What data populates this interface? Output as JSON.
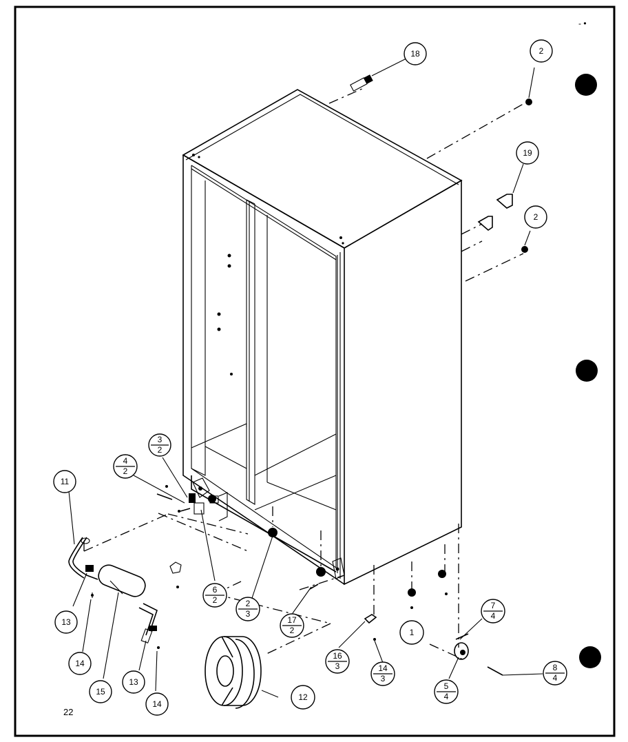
{
  "page": {
    "number": "22"
  },
  "callouts": [
    {
      "id": "c18",
      "top": "18"
    },
    {
      "id": "c2a",
      "top": "2"
    },
    {
      "id": "c19",
      "top": "19"
    },
    {
      "id": "c2b",
      "top": "2"
    },
    {
      "id": "c3-2",
      "top": "3",
      "bottom": "2"
    },
    {
      "id": "c4-2",
      "top": "4",
      "bottom": "2"
    },
    {
      "id": "c11",
      "top": "11"
    },
    {
      "id": "c6-2",
      "top": "6",
      "bottom": "2"
    },
    {
      "id": "c2-3",
      "top": "2",
      "bottom": "3"
    },
    {
      "id": "c17-2",
      "top": "17",
      "bottom": "2"
    },
    {
      "id": "c1",
      "top": "1"
    },
    {
      "id": "c7-4",
      "top": "7",
      "bottom": "4"
    },
    {
      "id": "c13a",
      "top": "13"
    },
    {
      "id": "c14a",
      "top": "14"
    },
    {
      "id": "c15",
      "top": "15"
    },
    {
      "id": "c13b",
      "top": "13"
    },
    {
      "id": "c14b",
      "top": "14"
    },
    {
      "id": "c12",
      "top": "12"
    },
    {
      "id": "c16-3",
      "top": "16",
      "bottom": "3"
    },
    {
      "id": "c14-3",
      "top": "14",
      "bottom": "3"
    },
    {
      "id": "c5-4",
      "top": "5",
      "bottom": "4"
    },
    {
      "id": "c8-4",
      "top": "8",
      "bottom": "4"
    }
  ]
}
